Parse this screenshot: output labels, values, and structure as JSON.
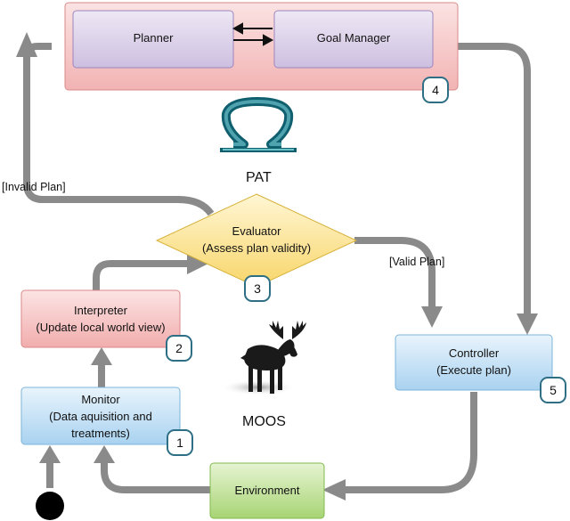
{
  "pat": {
    "planner": "Planner",
    "goal_manager": "Goal Manager",
    "badge": "4",
    "label": "PAT"
  },
  "evaluator": {
    "text": "Evaluator\n(Assess plan validity)",
    "badge": "3"
  },
  "interpreter": {
    "text": "Interpreter\n(Update local world view)",
    "badge": "2"
  },
  "monitor": {
    "text": "Monitor\n(Data aquisition and\ntreatments)",
    "badge": "1"
  },
  "controller": {
    "text": "Controller\n(Execute plan)",
    "badge": "5"
  },
  "environment": {
    "text": "Environment"
  },
  "moos": {
    "label": "MOOS"
  },
  "edges": {
    "invalid_plan": "[Invalid Plan]",
    "valid_plan": "[Valid Plan]"
  },
  "colors": {
    "arrow": "#8a8a8a",
    "pat_fill": "#f6c6c6",
    "planner_fill": "#dcd2ea",
    "evaluator_fill": "#fde8a8",
    "interpreter_fill": "#f7c9c9",
    "blue_fill": "#c8e3f5",
    "green_fill": "#cbe6a8",
    "badge_border": "#2f6f86"
  }
}
